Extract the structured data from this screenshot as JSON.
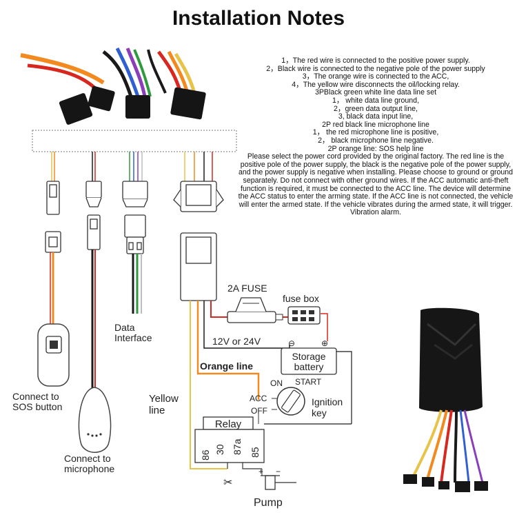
{
  "title": "Installation Notes",
  "notes": [
    "1，The red wire is connected to the positive power supply.",
    "2，Black wire is connected to the negative pole of the power supply",
    "3，The orange wire is connected to the ACC,",
    "4，The yellow wire disconnects the oil/locking relay.",
    "3PBlack green white line data line set",
    "1， white data line ground,",
    "2，green data output line,",
    "3, black data input line,",
    "2P red black line microphone line",
    "1， the red microphone line is positive,",
    "2， black microphone line negative.",
    "2P orange line: SOS help line"
  ],
  "paragraph": "Please select the power cord provided by the original factory. The red line is the positive pole of the power supply, the black is the negative pole of the power supply, and the power supply is negative when installing. Please choose to ground or ground separately. Do not connect with other ground wires. If the ACC automatic anti-theft function is required, it must be connected to the ACC line. The device will determine the ACC status to enter the arming state. If the ACC line is not connected, the vehicle will enter the armed state. If the vehicle vibrates during the armed state, it will trigger. Vibration alarm.",
  "labels": {
    "fuse": "2A FUSE",
    "fuse_box": "fuse box",
    "voltage": "12V or 24V",
    "storage_1": "Storage",
    "storage_2": "battery",
    "minus": "⊖",
    "plus": "⊕",
    "orange_line": "Orange line",
    "on": "ON",
    "start": "START",
    "acc": "ACC",
    "off": "OFF",
    "ignition_1": "Ignition",
    "ignition_2": "key",
    "yellow_1": "Yellow",
    "yellow_2": "line",
    "relay": "Relay",
    "pin86": "86",
    "pin30": "30",
    "pin87a": "87a",
    "pin85": "85",
    "pump": "Pump",
    "data_1": "Data",
    "data_2": "Interface",
    "sos_1": "Connect to",
    "sos_2": "SOS button",
    "mic_1": "Connect to",
    "mic_2": "microphone",
    "pump_plus": "+",
    "pump_minus": "−"
  },
  "colors": {
    "red": "#d6281e",
    "orange": "#f28a1f",
    "yellow": "#e8c34a",
    "black": "#1a1a1a",
    "green": "#2e9a3e",
    "blue": "#2f5fd0",
    "purple": "#8a3fb8",
    "white_wire": "#bdbdbd"
  }
}
